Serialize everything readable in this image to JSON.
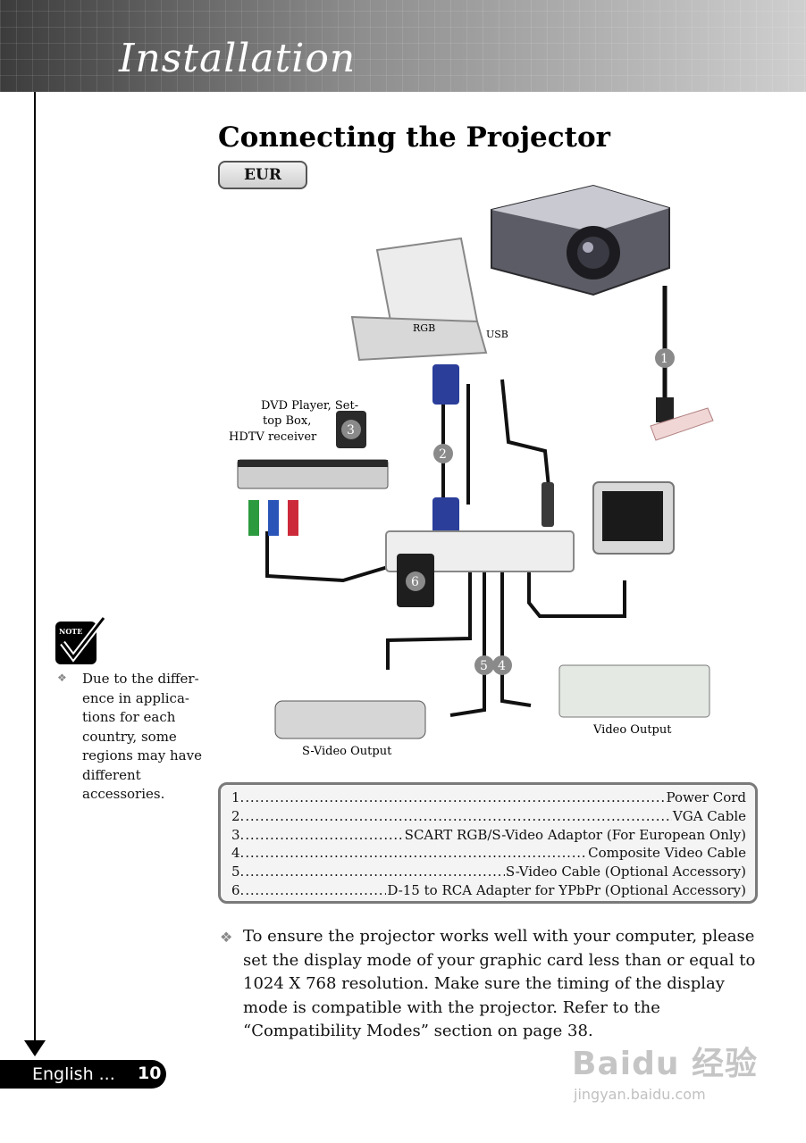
{
  "header": {
    "title": "Installation"
  },
  "page": {
    "title": "Connecting the Projector",
    "region_badge": "EUR"
  },
  "diagram": {
    "labels": {
      "rgb": "RGB",
      "usb": "USB",
      "dvd": [
        "DVD Player, Set-",
        "top Box,",
        "HDTV receiver"
      ],
      "svideo_output": "S-Video Output",
      "video_output": "Video Output"
    },
    "callouts": [
      "1",
      "2",
      "3",
      "4",
      "5",
      "6"
    ]
  },
  "note": {
    "icon_label": "NOTE",
    "text": "Due to the differ- ence in applica- tions for each country, some regions may have different accessories."
  },
  "parts": [
    {
      "num": "1.",
      "name": "Power Cord"
    },
    {
      "num": "2.",
      "name": "VGA Cable"
    },
    {
      "num": "3.",
      "name": "SCART RGB/S-Video Adaptor (For European Only)"
    },
    {
      "num": "4.",
      "name": "Composite Video Cable"
    },
    {
      "num": "5.",
      "name": "S-Video Cable (Optional Accessory)"
    },
    {
      "num": "6.",
      "name": "D-15 to RCA Adapter for YPbPr (Optional Accessory)"
    }
  ],
  "tip": {
    "text": "To ensure the projector works well with your computer, please set the display mode of your graphic card less than or equal to 1024 X 768 resolution. Make sure the timing of the display mode is compatible with the projector.  Refer to the “Compatibility Modes” section on page 38."
  },
  "footer": {
    "language": "English ...",
    "page_number": "10"
  },
  "watermark": {
    "logo": "Baidu 经验",
    "url": "jingyan.baidu.com"
  }
}
